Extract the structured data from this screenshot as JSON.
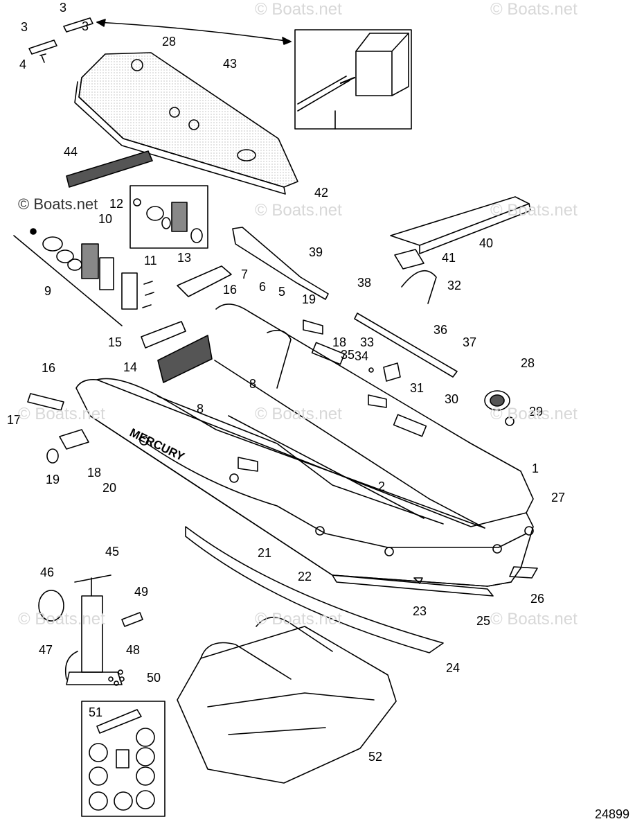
{
  "watermark_text": "© Boats.net",
  "figure_number": "24899",
  "brand_text": "MERCURY",
  "callouts": [
    "1",
    "2",
    "3",
    "3",
    "3",
    "4",
    "5",
    "6",
    "7",
    "8",
    "8",
    "9",
    "10",
    "11",
    "12",
    "13",
    "14",
    "15",
    "16",
    "16",
    "17",
    "18",
    "18",
    "19",
    "19",
    "20",
    "21",
    "22",
    "23",
    "24",
    "25",
    "26",
    "27",
    "28",
    "28",
    "29",
    "30",
    "31",
    "32",
    "33",
    "34",
    "35",
    "36",
    "37",
    "38",
    "39",
    "40",
    "41",
    "42",
    "43",
    "44",
    "45",
    "46",
    "47",
    "48",
    "49",
    "50",
    "51",
    "52"
  ]
}
